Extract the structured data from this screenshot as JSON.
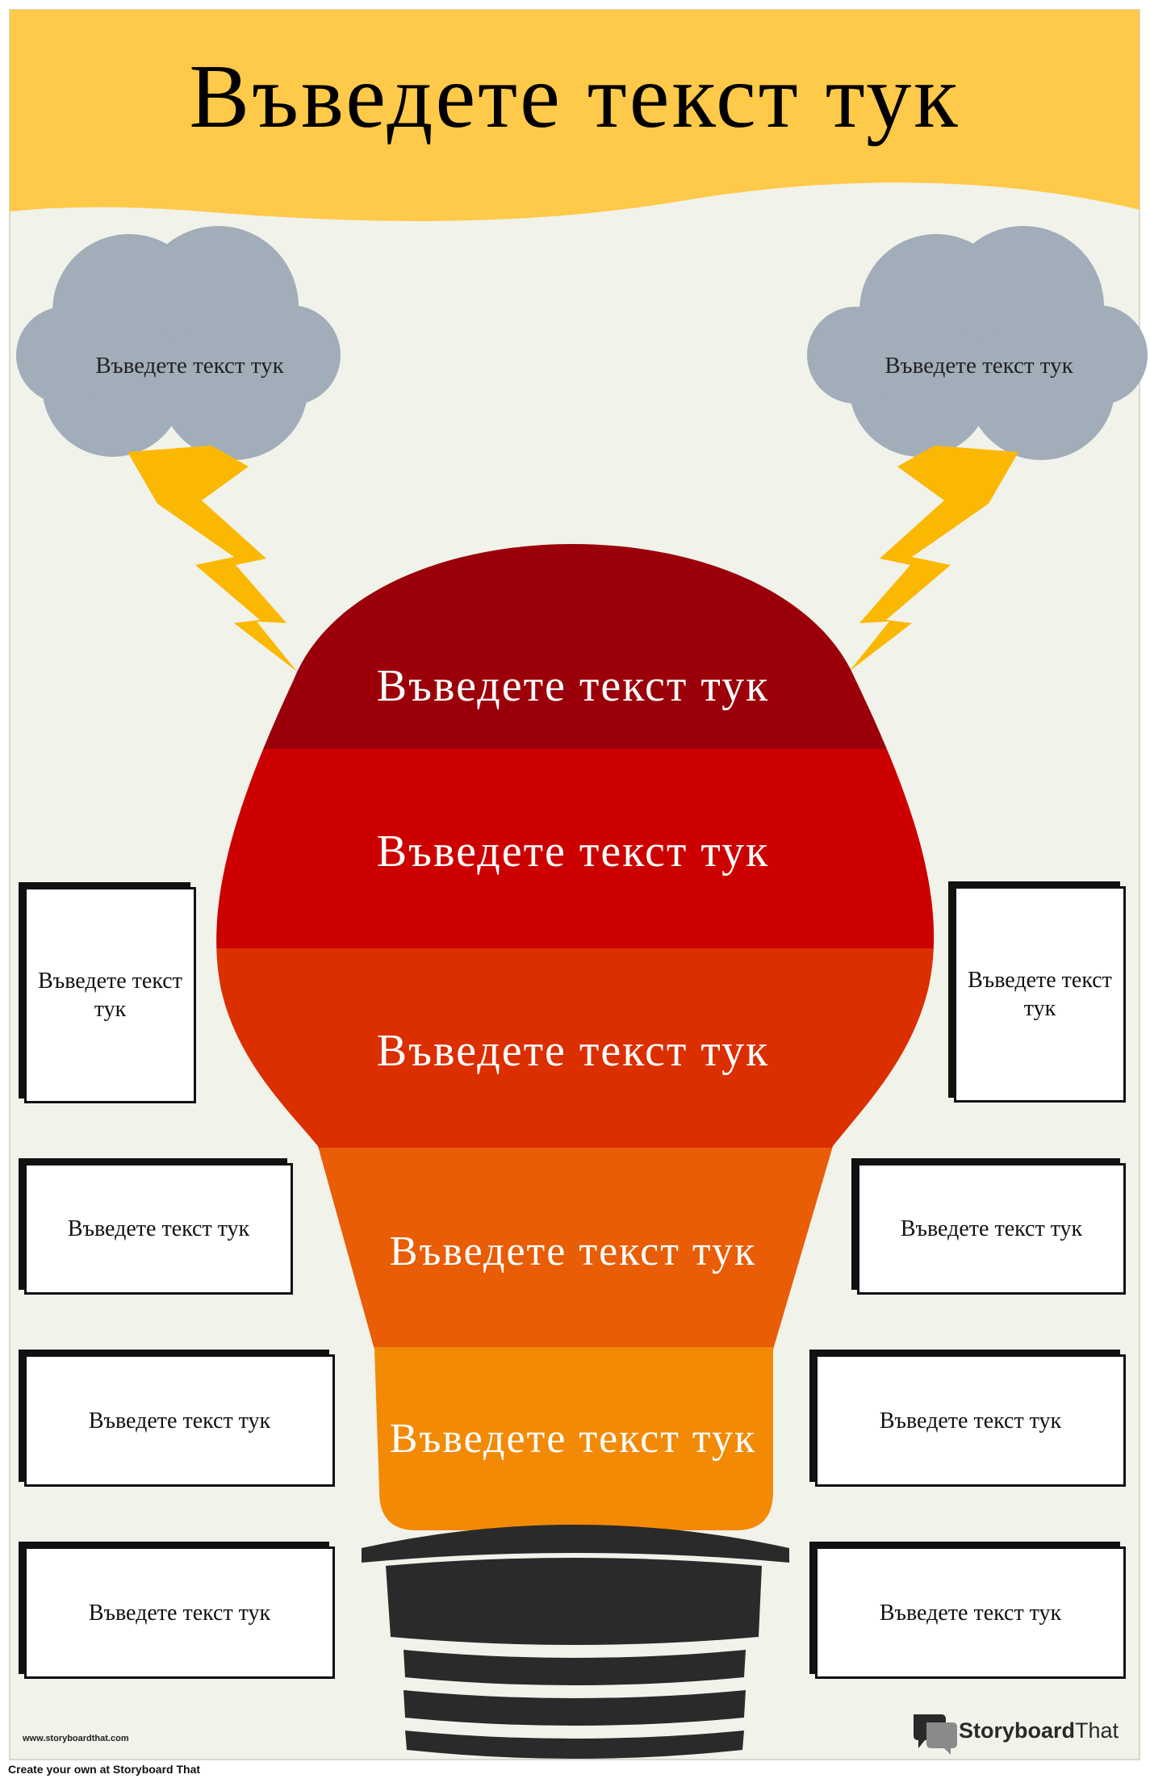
{
  "title": "Въведете текст тук",
  "clouds": [
    {
      "label": "Въведете текст тук"
    },
    {
      "label": "Въведете текст тук"
    }
  ],
  "bulb_bands": [
    {
      "label": "Въведете текст тук",
      "color": "#9b000a"
    },
    {
      "label": "Въведете текст тук",
      "color": "#cd0000"
    },
    {
      "label": "Въведете текст тук",
      "color": "#db2f00"
    },
    {
      "label": "Въведете текст тук",
      "color": "#e85d06"
    },
    {
      "label": "Въведете текст тук",
      "color": "#f28a06"
    }
  ],
  "left_boxes": [
    {
      "label": "Въведете текст тук"
    },
    {
      "label": "Въведете текст тук"
    },
    {
      "label": "Въведете текст тук"
    },
    {
      "label": "Въведете текст тук"
    }
  ],
  "right_boxes": [
    {
      "label": "Въведете текст тук"
    },
    {
      "label": "Въведете текст тук"
    },
    {
      "label": "Въведете текст тук"
    },
    {
      "label": "Въведете текст тук"
    }
  ],
  "colors": {
    "banner": "#ffc94a",
    "background": "#f1f2ea",
    "cloud": "#a2adba",
    "lightning": "#fbb802",
    "bulb_base": "#2a2a2a"
  },
  "footer": {
    "url": "www.storyboardthat.com",
    "brand_bold": "Storyboard",
    "brand_regular": "That",
    "create_text": "Create your own at Storyboard That"
  }
}
